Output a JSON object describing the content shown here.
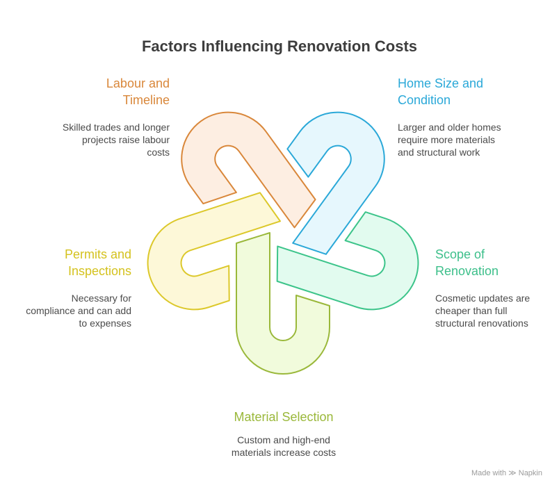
{
  "title": "Factors Influencing Renovation Costs",
  "factors": [
    {
      "id": "labour",
      "title": [
        "Labour and",
        "Timeline"
      ],
      "desc": [
        "Skilled trades and longer",
        "projects raise labour",
        "costs"
      ],
      "color": "#d9873a",
      "fill": "#fdeee2",
      "stroke": "#d9873a"
    },
    {
      "id": "home-size",
      "title": [
        "Home Size and",
        "Condition"
      ],
      "desc": [
        "Larger and older homes",
        "require more materials",
        "and structural work"
      ],
      "color": "#2aa8d8",
      "fill": "#e6f7fd",
      "stroke": "#2aa8d8"
    },
    {
      "id": "scope",
      "title": [
        "Scope of",
        "Renovation"
      ],
      "desc": [
        "Cosmetic updates are",
        "cheaper than full",
        "structural renovations"
      ],
      "color": "#3cbf8a",
      "fill": "#e2fbef",
      "stroke": "#3cc48a"
    },
    {
      "id": "material",
      "title": [
        "Material Selection"
      ],
      "desc": [
        "Custom and high-end",
        "materials increase costs"
      ],
      "color": "#9ab83a",
      "fill": "#f1fbdc",
      "stroke": "#9ab83a"
    },
    {
      "id": "permits",
      "title": [
        "Permits and",
        "Inspections"
      ],
      "desc": [
        "Necessary for",
        "compliance and can add",
        "to expenses"
      ],
      "color": "#d4c21e",
      "fill": "#fdf8d8",
      "stroke": "#dcc82a"
    }
  ],
  "credit": {
    "prefix": "Made with",
    "brand": "Napkin",
    "icon": "napkin-logo-icon"
  }
}
